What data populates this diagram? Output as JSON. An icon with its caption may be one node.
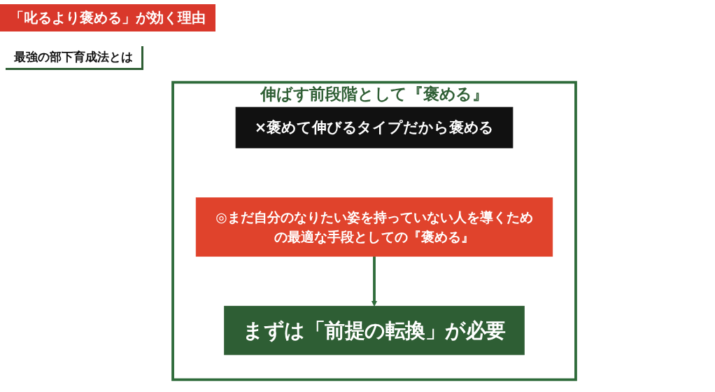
{
  "diagram": {
    "title": "「叱るより褒める」が効く理由",
    "nodes": [
      {
        "text": [
          "伸ばす前段階として『褒める』"
        ]
      },
      {
        "text": [
          "×褒めて伸びるタイプだから褒める"
        ],
        "in": 0
      },
      {
        "text": [
          "◎まだ自分のなりたい姿を持っていない人を導くための最適な手段としての『褒める』"
        ],
        "in": 0
      },
      {
        "text": [
          "まずは「前提の転換」が必要"
        ],
        "in": 0
      }
    ],
    "edges": [
      {
        "from": 2,
        "to": 3,
        "arrow": "to",
        "color": "#2e6b3a"
      }
    ],
    "labels": [
      "最強の部下育成法とは"
    ]
  }
}
